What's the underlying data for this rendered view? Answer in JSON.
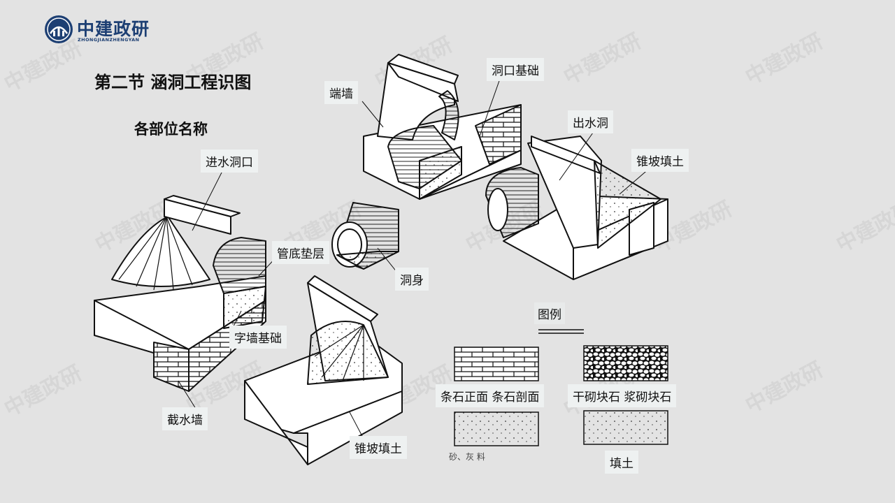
{
  "logo": {
    "name": "中建政研",
    "sub": "ZHONGJIANZHENGYAN"
  },
  "watermark": "中建政研",
  "title": "第二节 涵洞工程识图",
  "subtitle": "各部位名称",
  "labels": {
    "duanqiang": "端墙",
    "dongkoujichu": "洞口基础",
    "chushuidong": "出水洞",
    "zhuipotiantu_top": "锥坡填土",
    "jinshuidongkou": "进水洞口",
    "guandidianceng": "管底垫层",
    "dongshen": "洞身",
    "ziqiangjichu": "字墙基础",
    "jieshuiqiang": "截水墙",
    "zhuipotiantu_bottom": "锥坡填土"
  },
  "legend": {
    "title": "图例",
    "item1": "条石正面 条石剖面",
    "item2": "干砌块石 浆砌块石",
    "item3_note": "砂、灰          料",
    "item4": "填土"
  },
  "colors": {
    "logo_blue": "#1d3f73",
    "background": "#e3e3e3",
    "label_bg": "#eef1f1"
  }
}
